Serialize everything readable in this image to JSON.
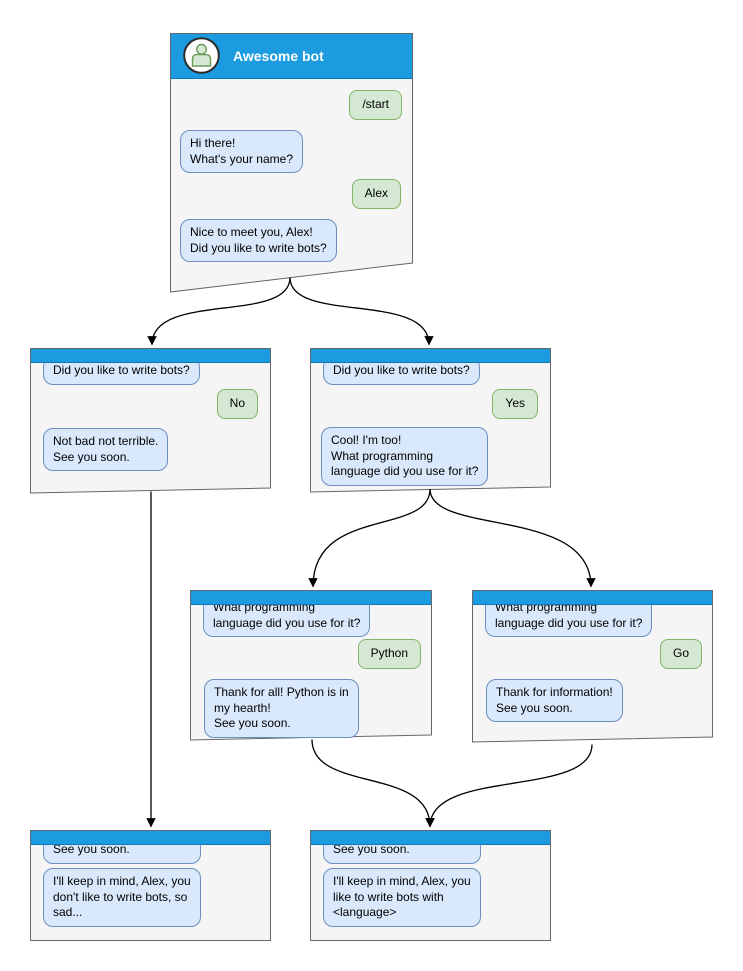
{
  "diagram": {
    "type": "chatbot-conversation-flow",
    "colors": {
      "titlebar_blue": "#1c9be0",
      "window_fill": "#f5f5f5",
      "window_border": "#666666",
      "bot_bubble_fill": "#dae8fc",
      "bot_bubble_border": "#6c8ebf",
      "user_bubble_fill": "#d5e8d4",
      "user_bubble_border": "#82b366",
      "arrow_color": "#000000"
    },
    "windows": [
      {
        "id": "main",
        "title": "Awesome bot",
        "avatar": "person-icon",
        "messages": [
          {
            "side": "user",
            "text": "/start"
          },
          {
            "side": "bot",
            "text": "Hi there!\nWhat's your name?"
          },
          {
            "side": "user",
            "text": "Alex"
          },
          {
            "side": "bot",
            "text": "Nice to meet you, Alex!\nDid you like to write bots?"
          }
        ]
      },
      {
        "id": "no-branch",
        "messages": [
          {
            "side": "bot",
            "text": "Did you like to write bots?"
          },
          {
            "side": "user",
            "text": "No"
          },
          {
            "side": "bot",
            "text": "Not bad not terrible.\nSee you soon."
          }
        ]
      },
      {
        "id": "yes-branch",
        "messages": [
          {
            "side": "bot",
            "text": "Did you like to write bots?"
          },
          {
            "side": "user",
            "text": "Yes"
          },
          {
            "side": "bot",
            "text": "Cool! I'm too!\nWhat programming\nlanguage did you use for it?"
          }
        ]
      },
      {
        "id": "python-branch",
        "messages": [
          {
            "side": "bot",
            "text": "What programming\nlanguage did you use for it?"
          },
          {
            "side": "user",
            "text": "Python"
          },
          {
            "side": "bot",
            "text": "Thank for all! Python is in\nmy hearth!\nSee you soon."
          }
        ]
      },
      {
        "id": "go-branch",
        "messages": [
          {
            "side": "bot",
            "text": "What programming\nlanguage did you use for it?"
          },
          {
            "side": "user",
            "text": "Go"
          },
          {
            "side": "bot",
            "text": "Thank for information!\nSee you soon."
          }
        ]
      },
      {
        "id": "end-no",
        "messages": [
          {
            "side": "bot",
            "text": "See you soon."
          },
          {
            "side": "bot",
            "text": "I'll keep in mind, Alex, you\ndon't like to write bots, so\nsad..."
          }
        ]
      },
      {
        "id": "end-yes",
        "messages": [
          {
            "side": "bot",
            "text": "See you soon."
          },
          {
            "side": "bot",
            "text": "I'll keep in mind, Alex, you\nlike to write bots with\n<language>"
          }
        ]
      }
    ],
    "edges": [
      {
        "from": "main",
        "to": "no-branch"
      },
      {
        "from": "main",
        "to": "yes-branch"
      },
      {
        "from": "yes-branch",
        "to": "python-branch"
      },
      {
        "from": "yes-branch",
        "to": "go-branch"
      },
      {
        "from": "no-branch",
        "to": "end-no"
      },
      {
        "from": "python-branch",
        "to": "end-yes"
      },
      {
        "from": "go-branch",
        "to": "end-yes"
      }
    ]
  }
}
